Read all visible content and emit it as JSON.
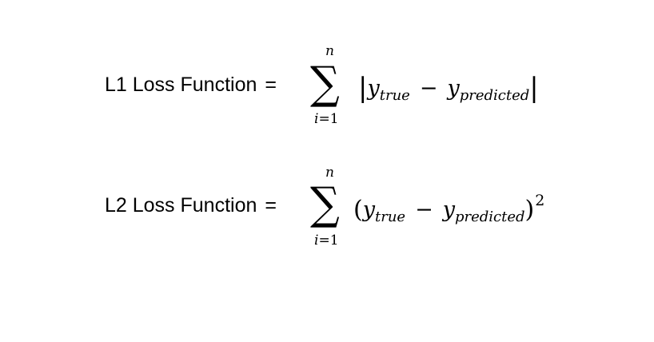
{
  "formulas": [
    {
      "label": "L1 Loss Function",
      "equals": "=",
      "sigma": "∑",
      "upper": "n",
      "lower_var": "i",
      "lower_eq": "=",
      "lower_num": "1",
      "open": "|",
      "var1": "y",
      "sub1": "true",
      "minus": "−",
      "var2": "y",
      "sub2": "predicted",
      "close": "|"
    },
    {
      "label": "L2 Loss Function",
      "equals": "=",
      "sigma": "∑",
      "upper": "n",
      "lower_var": "i",
      "lower_eq": "=",
      "lower_num": "1",
      "open": "(",
      "var1": "y",
      "sub1": "true",
      "minus": "−",
      "var2": "y",
      "sub2": "predicted",
      "close": ")",
      "exponent": "2"
    }
  ]
}
